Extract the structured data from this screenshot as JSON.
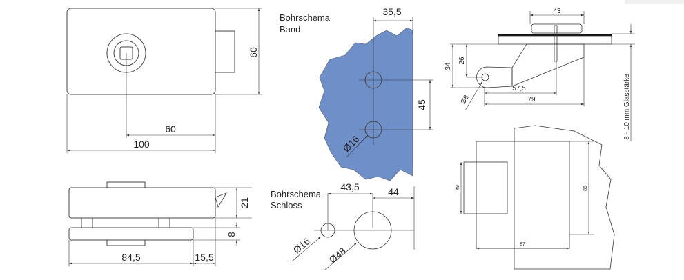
{
  "front_view": {
    "dim_height": "60",
    "dim_center": "60",
    "dim_width": "100"
  },
  "side_view": {
    "dim_body_height": "21",
    "dim_plate": "8",
    "dim_length": "84,5",
    "dim_offset": "15,5"
  },
  "drill_band": {
    "title_line1": "Bohrschema",
    "title_line2": "Band",
    "dim_edge": "35,5",
    "dim_spacing": "45",
    "dim_hole": "Ø16",
    "fill_color": "#6f8fc9"
  },
  "drill_lock": {
    "title_line1": "Bohrschema",
    "title_line2": "Schloss",
    "dim_small_offset": "43,5",
    "dim_edge": "44",
    "dim_small_hole": "Ø16",
    "dim_large_hole": "Ø48"
  },
  "hinge_section": {
    "dim_cap": "43",
    "dim_34": "34",
    "dim_26": "26",
    "dim_57_5": "57,5",
    "dim_79": "79",
    "dim_pin": "Ø8",
    "glass_note": "8 - 10 mm Glasstärke"
  },
  "door_view": {
    "dim_49": "49",
    "dim_86": "86",
    "dim_87": "87"
  }
}
